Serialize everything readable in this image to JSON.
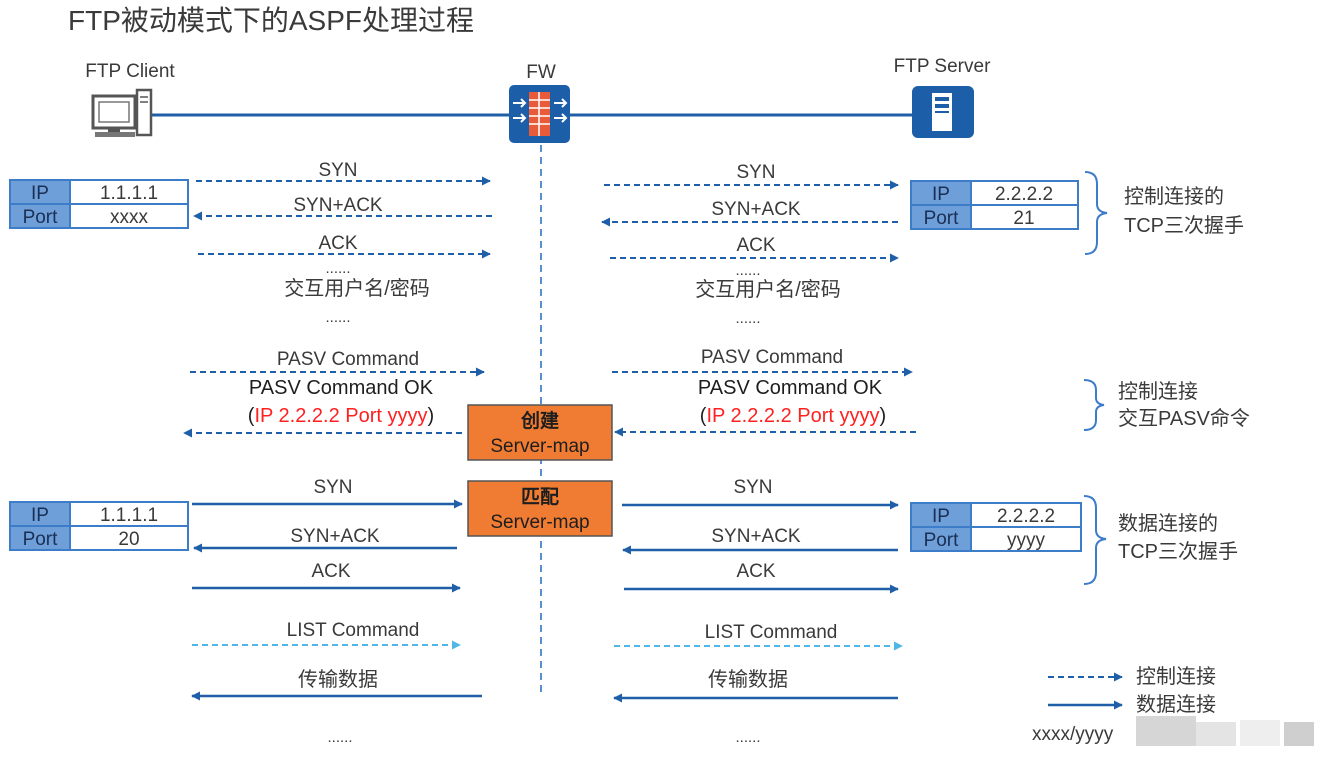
{
  "title": "FTP被动模式下的ASPF处理过程",
  "nodes": {
    "client": "FTP Client",
    "fw": "FW",
    "server": "FTP Server"
  },
  "boxes": {
    "ip_label": "IP",
    "port_label": "Port",
    "client_ctrl": {
      "ip": "1.1.1.1",
      "port": "xxxx"
    },
    "server_ctrl": {
      "ip": "2.2.2.2",
      "port": "21"
    },
    "client_data": {
      "ip": "1.1.1.1",
      "port": "20"
    },
    "server_data": {
      "ip": "2.2.2.2",
      "port": "yyyy"
    }
  },
  "messages": {
    "syn": "SYN",
    "synack": "SYN+ACK",
    "ack": "ACK",
    "dots": "......",
    "auth": "交互用户名/密码",
    "pasv": "PASV Command",
    "pasv_ok": "PASV Command OK",
    "paren_open": "(",
    "pasv_ip_port": "IP 2.2.2.2 Port yyyy",
    "paren_close": ")",
    "list": "LIST Command",
    "transfer": "传输数据"
  },
  "servermap": {
    "create_title": "创建",
    "match_title": "匹配",
    "name": "Server-map"
  },
  "phases": {
    "ctrl_handshake_line1": "控制连接的",
    "ctrl_handshake_line2": "TCP三次握手",
    "ctrl_pasv_line1": "控制连接",
    "ctrl_pasv_line2": "交互PASV命令",
    "data_handshake_line1": "数据连接的",
    "data_handshake_line2": "TCP三次握手"
  },
  "legend": {
    "ctrl": "控制连接",
    "data": "数据连接",
    "ports": "xxxx/yyyy"
  },
  "colors": {
    "dark_blue": "#1f5fa8",
    "mid_blue": "#3d7cc9",
    "light_blue": "#4fb6e6",
    "label_fill": "#6f9fd8",
    "orange": "#f07c33",
    "red": "#ff2020",
    "text": "#3a3a3a"
  }
}
